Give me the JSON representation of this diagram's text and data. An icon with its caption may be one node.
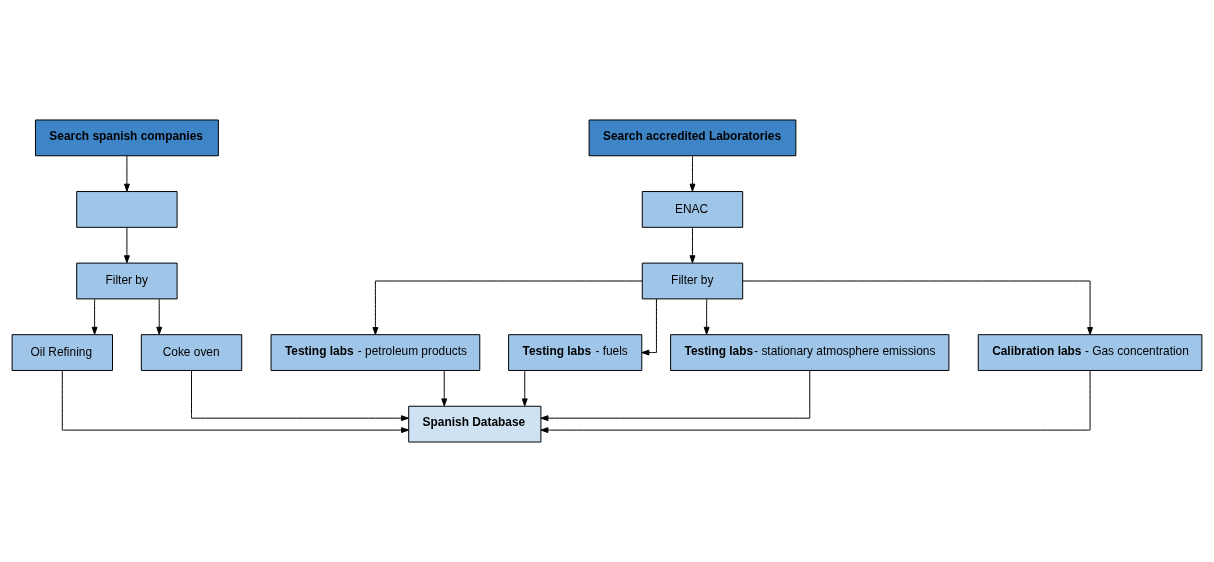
{
  "diagram": {
    "nodes": [
      {
        "text": [
          "Search spanish companies"
        ]
      },
      {
        "text": [],
        "shape": "box"
      },
      {
        "text": [
          "Filter by"
        ]
      },
      {
        "text": [
          "Oil Refining"
        ]
      },
      {
        "text": [
          "Coke oven"
        ]
      },
      {
        "text": [
          "Search accredited Laboratories"
        ]
      },
      {
        "text": [
          "ENAC"
        ]
      },
      {
        "text": [
          "Filter by"
        ]
      },
      {
        "text": [
          "**Testing labs** - petroleum products"
        ]
      },
      {
        "text": [
          "**Testing labs** - fuels"
        ]
      },
      {
        "text": [
          "**Testing labs**- stationary atmosphere emissions"
        ]
      },
      {
        "text": [
          "**Calibration labs** - Gas concentration"
        ]
      },
      {
        "text": [
          "Spanish Database"
        ]
      }
    ],
    "edges": [
      {
        "from": 0,
        "to": 1,
        "arrow": "to"
      },
      {
        "from": 1,
        "to": 2,
        "arrow": "to"
      },
      {
        "from": 2,
        "to": 3,
        "arrow": "to"
      },
      {
        "from": 2,
        "to": 4,
        "arrow": "to"
      },
      {
        "from": 5,
        "to": 6,
        "arrow": "to"
      },
      {
        "from": 6,
        "to": 7,
        "arrow": "to"
      },
      {
        "from": 7,
        "to": 8,
        "arrow": "to"
      },
      {
        "from": 7,
        "to": 9,
        "arrow": "to"
      },
      {
        "from": 7,
        "to": 10,
        "arrow": "to"
      },
      {
        "from": 7,
        "to": 11,
        "arrow": "to"
      },
      {
        "from": 3,
        "to": 12,
        "arrow": "to"
      },
      {
        "from": 4,
        "to": 12,
        "arrow": "to"
      },
      {
        "from": 8,
        "to": 12,
        "arrow": "to"
      },
      {
        "from": 9,
        "to": 12,
        "arrow": "to"
      },
      {
        "from": 10,
        "to": 12,
        "arrow": "to"
      },
      {
        "from": 11,
        "to": 12,
        "arrow": "to"
      }
    ]
  }
}
